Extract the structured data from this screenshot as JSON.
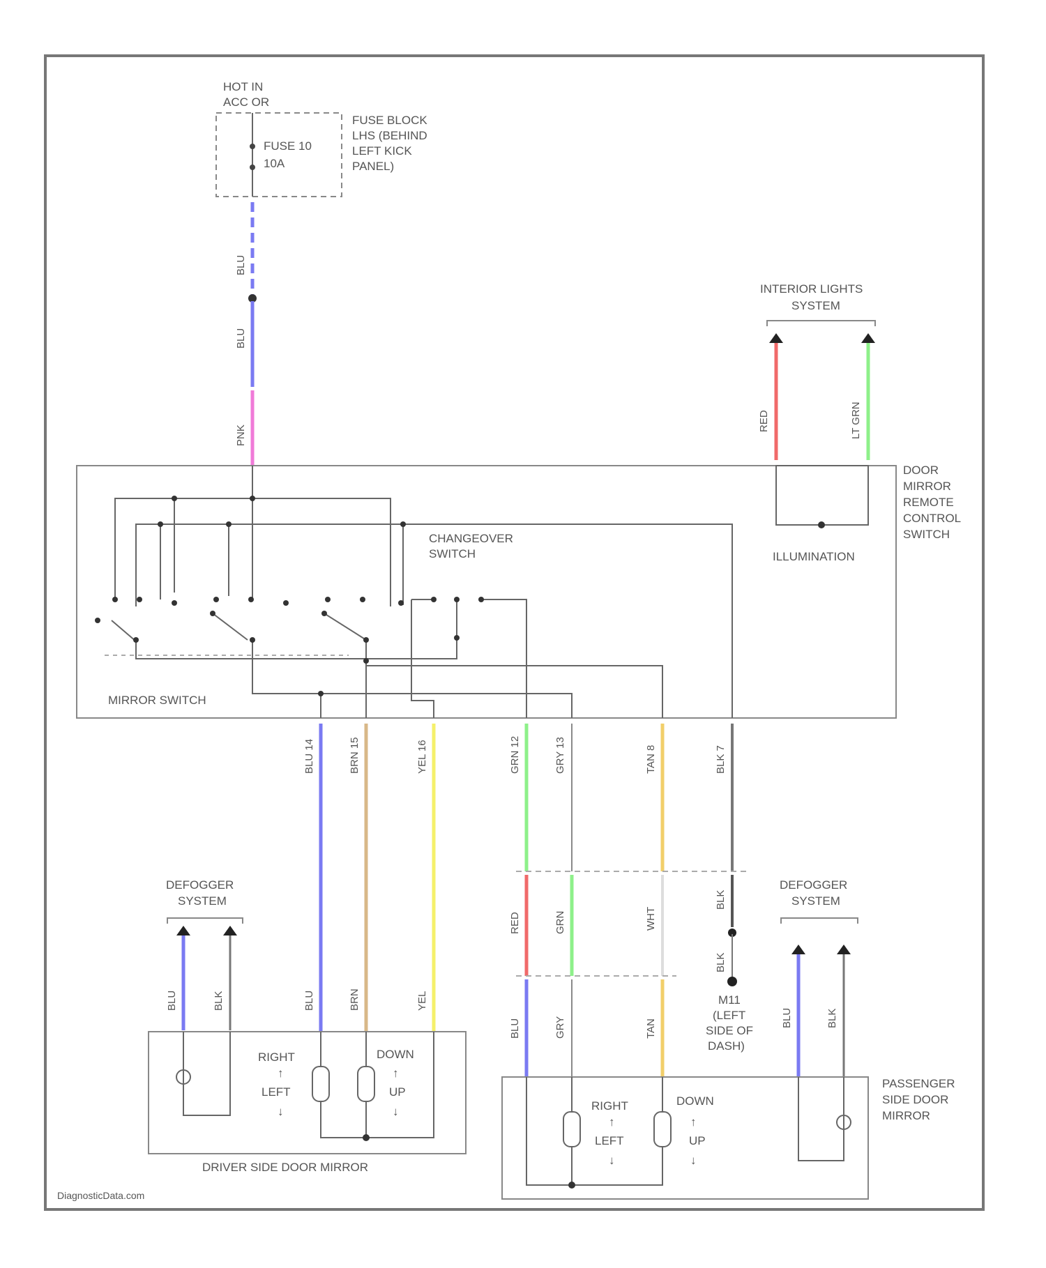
{
  "power": {
    "hot_line1": "HOT IN",
    "hot_line2": "ACC OR",
    "fuse_line1": "FUSE 10",
    "fuse_line2": "10A",
    "fuse_block": [
      "FUSE BLOCK",
      "LHS (BEHIND",
      "LEFT KICK",
      "PANEL)"
    ]
  },
  "systems": {
    "interior_lights": [
      "INTERIOR LIGHTS",
      "SYSTEM"
    ],
    "defogger_left": [
      "DEFOGGER",
      "SYSTEM"
    ],
    "defogger_right": [
      "DEFOGGER",
      "SYSTEM"
    ]
  },
  "remote_switch": {
    "name": [
      "DOOR",
      "MIRROR",
      "REMOTE",
      "CONTROL",
      "SWITCH"
    ],
    "changeover": [
      "CHANGEOVER",
      "SWITCH"
    ],
    "illumination": "ILLUMINATION",
    "mirror_switch": "MIRROR SWITCH"
  },
  "driver_mirror": {
    "title": "DRIVER SIDE DOOR MIRROR",
    "right": "RIGHT",
    "left": "LEFT",
    "down": "DOWN",
    "up": "UP"
  },
  "passenger_mirror": {
    "title": [
      "PASSENGER",
      "SIDE DOOR",
      "MIRROR"
    ],
    "right": "RIGHT",
    "left": "LEFT",
    "down": "DOWN",
    "up": "UP"
  },
  "ground": [
    "M11",
    "(LEFT",
    "SIDE OF",
    "DASH)"
  ],
  "wires": {
    "blu_top": "BLU",
    "blu_mid": "BLU",
    "pnk": "PNK",
    "red_int": "RED",
    "lt_grn": "LT GRN",
    "blu_14": "BLU 14",
    "brn_15": "BRN 15",
    "yel_16": "YEL 16",
    "grn_12": "GRN 12",
    "gry_13": "GRY 13",
    "tan_8": "TAN 8",
    "blk_7": "BLK 7",
    "red_mid": "RED",
    "grn_mid": "GRN",
    "wht_mid": "WHT",
    "blk_mid": "BLK",
    "blk_gnd": "BLK",
    "blu_bot_l": "BLU",
    "gry_bot": "GRY",
    "tan_bot": "TAN",
    "def_blu_l": "BLU",
    "def_blk_l": "BLK",
    "dm_blu": "BLU",
    "dm_brn": "BRN",
    "dm_yel": "YEL",
    "def_blu_r": "BLU",
    "def_blk_r": "BLK"
  },
  "footer": "DiagnosticData.com",
  "colors": {
    "frame": "#666666",
    "blue": "#7a7af2",
    "pink": "#f07ad8",
    "red": "#f06a6a",
    "green": "#8ef08a",
    "yellow": "#f5f06a",
    "brown": "#d8b888",
    "tan": "#f2cf6a",
    "gray": "#8a8a8a",
    "black": "#555555"
  }
}
